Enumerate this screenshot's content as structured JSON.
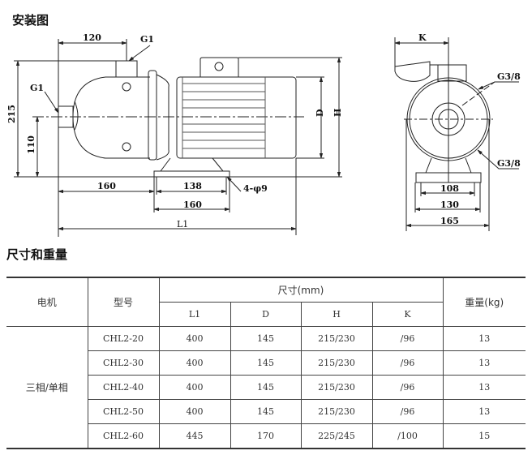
{
  "install_title": "安装图",
  "drawing": {
    "side_view": {
      "dim_120": "120",
      "g1_top": "G1",
      "g1_left": "G1",
      "dim_215": "215",
      "dim_110": "110",
      "dim_160a": "160",
      "dim_138": "138",
      "dim_160b": "160",
      "hole": "4-φ9",
      "l1": "L1",
      "d": "D",
      "h": "H"
    },
    "front_view": {
      "k": "K",
      "g38_top": "G3/8",
      "g38_bottom": "G3/8",
      "dim_108": "108",
      "dim_130": "130",
      "dim_165": "165"
    }
  },
  "section_title": "尺寸和重量",
  "table": {
    "h_motor": "电机",
    "h_model": "型号",
    "h_size": "尺寸(mm)",
    "h_weight": "重量(kg)",
    "sub": [
      "L1",
      "D",
      "H",
      "K"
    ],
    "motor": "三相/单相",
    "rows": [
      [
        "CHL2-20",
        "400",
        "145",
        "215/230",
        "/96",
        "13"
      ],
      [
        "CHL2-30",
        "400",
        "145",
        "215/230",
        "/96",
        "13"
      ],
      [
        "CHL2-40",
        "400",
        "145",
        "215/230",
        "/96",
        "13"
      ],
      [
        "CHL2-50",
        "400",
        "145",
        "215/230",
        "/96",
        "13"
      ],
      [
        "CHL2-60",
        "445",
        "170",
        "225/245",
        "/100",
        "15"
      ]
    ]
  }
}
